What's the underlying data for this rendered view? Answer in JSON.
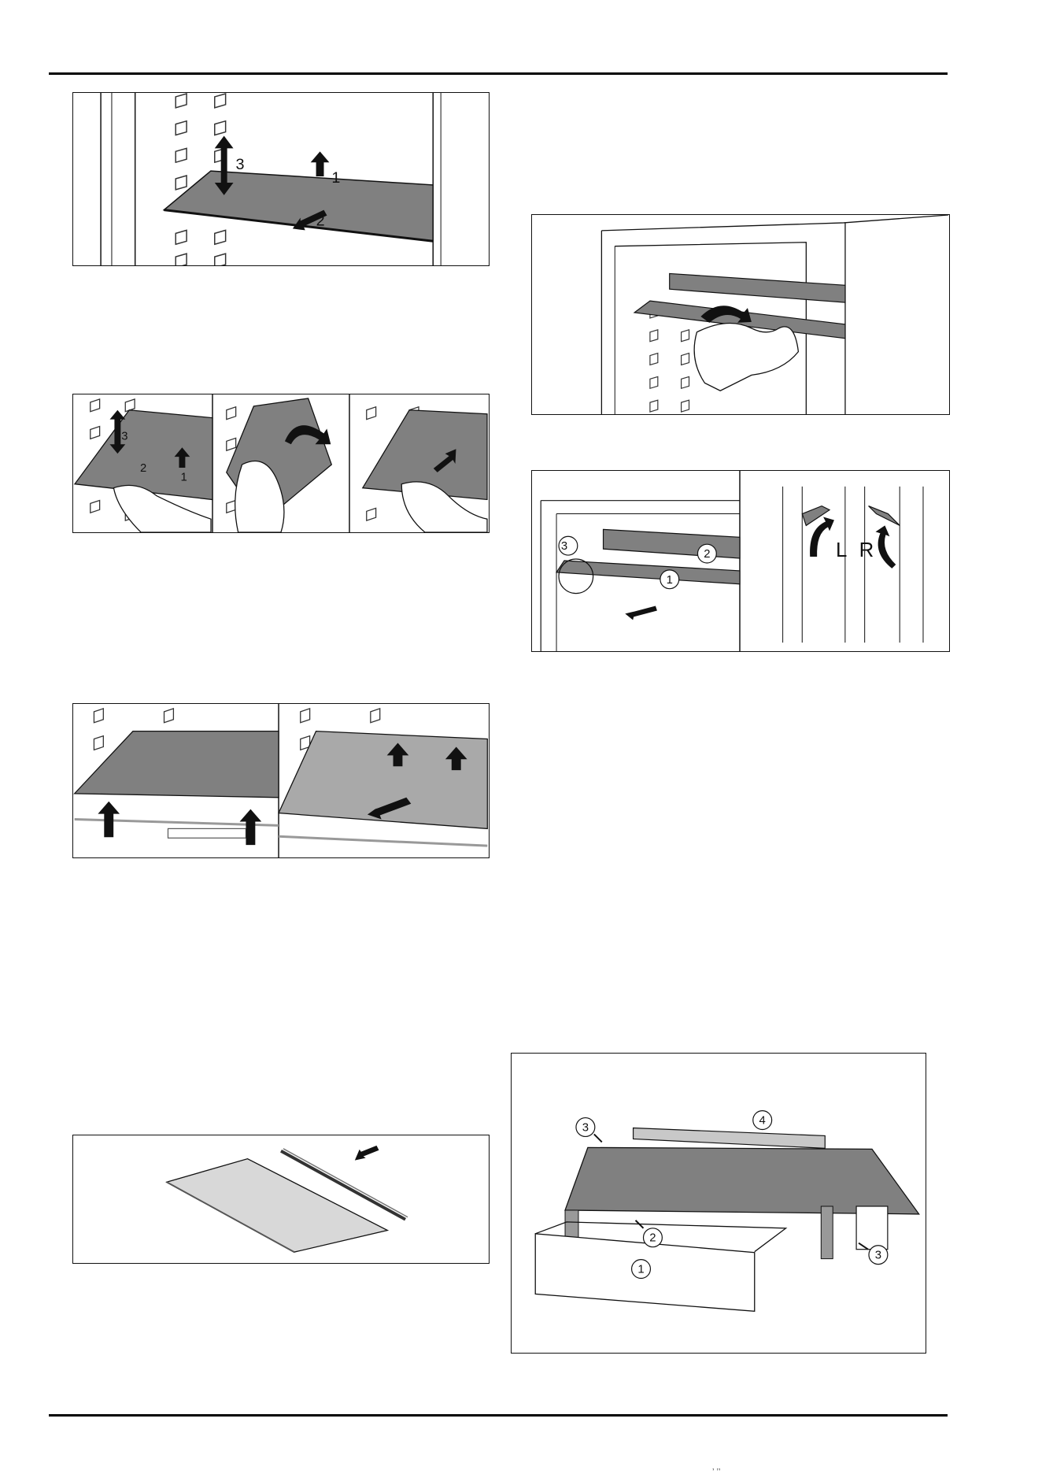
{
  "page": {
    "footer_glyphs": "‚ ‚‚"
  },
  "figures": {
    "shelf_adjust": {
      "labels": [
        "3",
        "1",
        "2"
      ]
    },
    "shelf_remove": {
      "labels": [
        "3",
        "2",
        "1"
      ]
    },
    "shelf_insert": {
      "labels": []
    },
    "split_shelf": {
      "labels": [
        "3",
        "2",
        "1",
        "L",
        "R"
      ]
    },
    "drawer_shelf": {
      "labels": [
        "3",
        "4",
        "2",
        "3",
        "1"
      ]
    }
  },
  "colors": {
    "shelf": "#808080",
    "shelf_light": "#a9a9a9",
    "line": "#111111",
    "arrow": "#111111"
  }
}
